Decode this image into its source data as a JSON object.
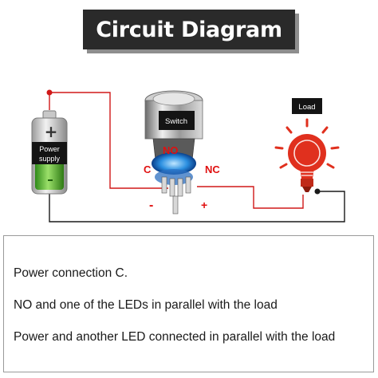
{
  "title": "Circuit Diagram",
  "battery": {
    "line1": "Power",
    "line2": "supply",
    "plus_sign": "+"
  },
  "switch": {
    "label": "Switch",
    "no_label": "NO",
    "nc_label": "NC",
    "c_label": "C"
  },
  "load": {
    "label": "Load"
  },
  "terminals": {
    "minus": "-",
    "plus": "+"
  },
  "notes": [
    "Power connection  C.",
    "NO and one of the LEDs in parallel with the load",
    "Power and another LED connected in parallel with the load"
  ],
  "colors": {
    "banner": "#2a2a2a",
    "wire_red": "#d01818",
    "wire_black": "#1a1a1a",
    "battery_green": "#4caa2c",
    "bulb_red": "#e0301e",
    "label_text": "#e01010"
  }
}
